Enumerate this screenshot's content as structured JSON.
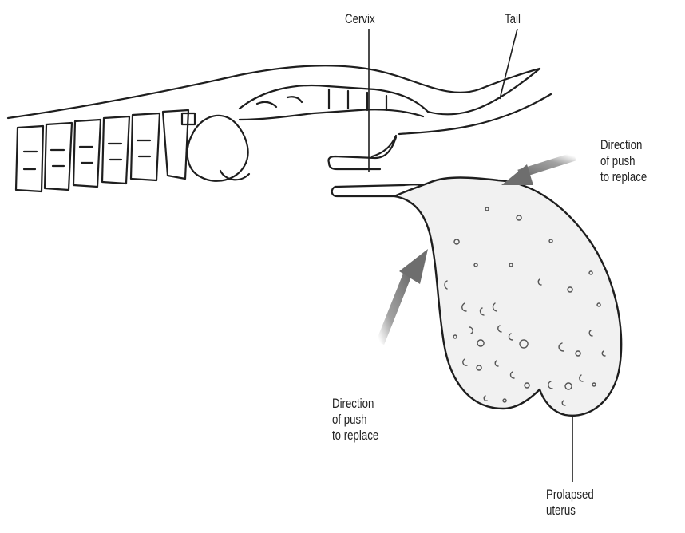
{
  "labels": {
    "cervix": "Cervix",
    "tail": "Tail",
    "push_right": [
      "Direction",
      "of push",
      "to replace"
    ],
    "push_lower": [
      "Direction",
      "of push",
      "to replace"
    ],
    "prolapsed": [
      "Prolapsed",
      "uterus"
    ]
  },
  "colors": {
    "line": "#1e1e1e",
    "arrow": "#8a8a8a",
    "speckle": "#555555",
    "uterus_fill": "#f1f1f1"
  }
}
